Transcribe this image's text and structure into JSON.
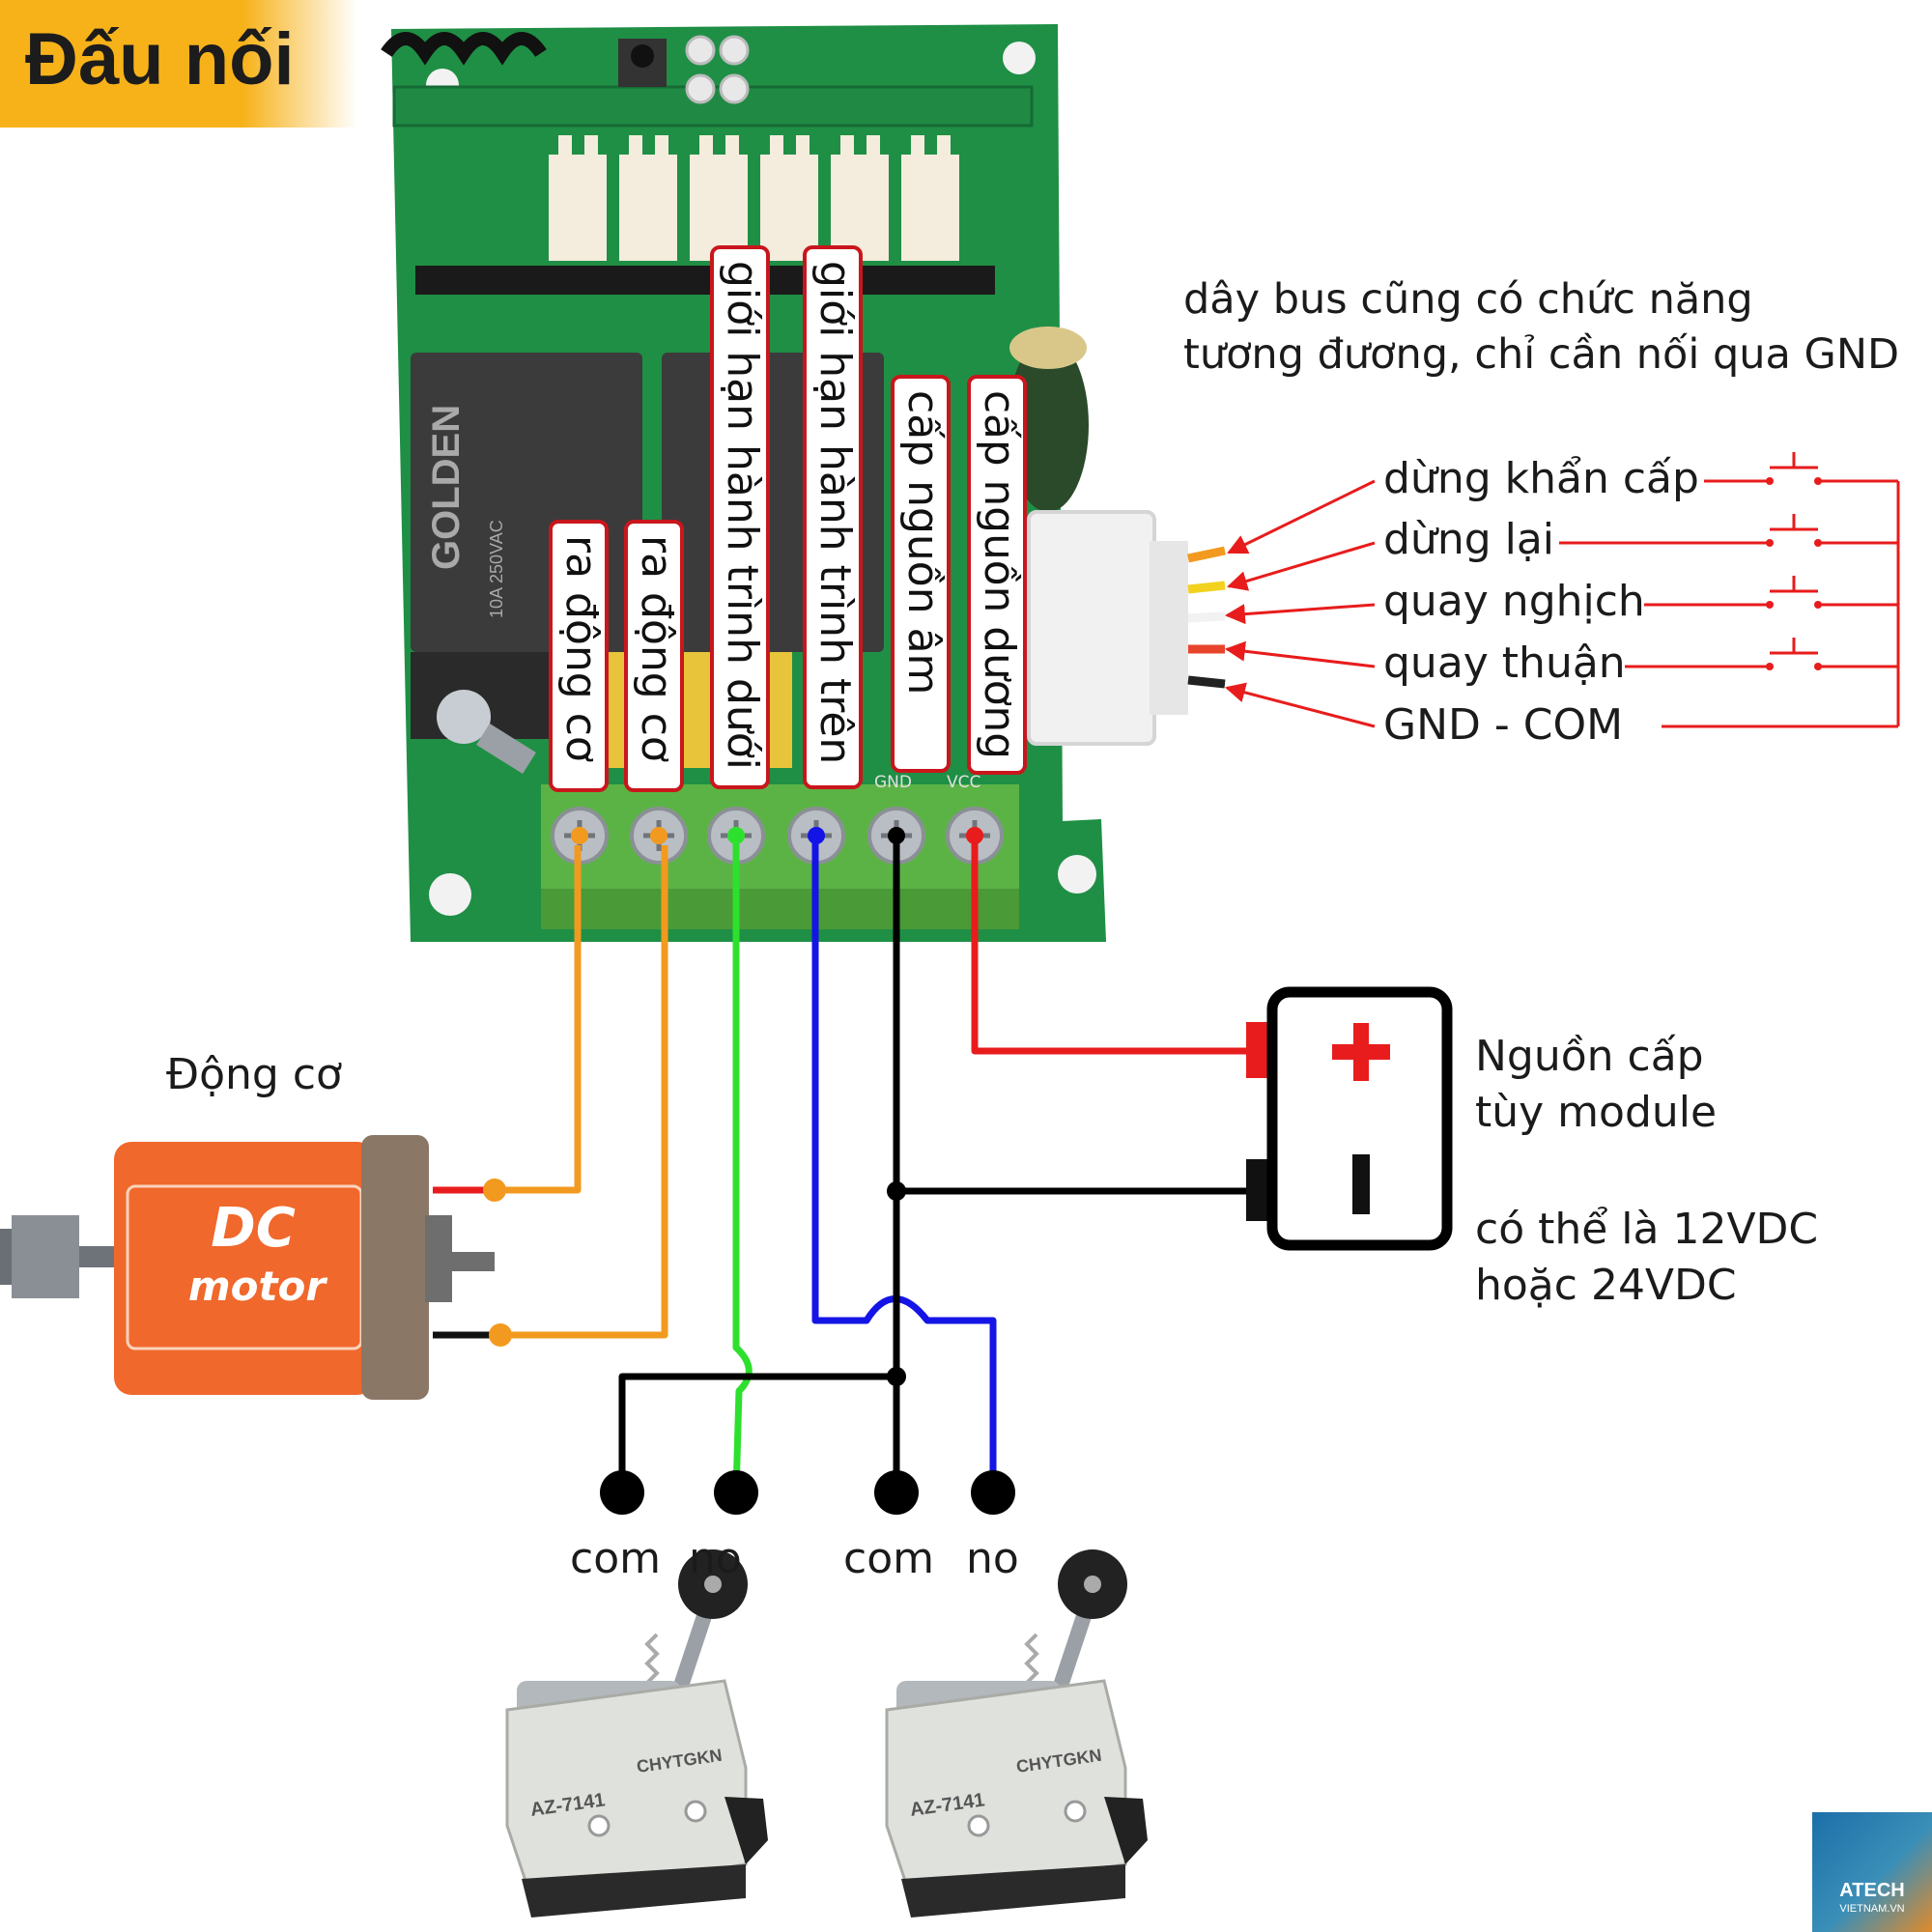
{
  "title": "Đấu nối",
  "labels": {
    "motor_out_1": "ra động cơ",
    "motor_out_2": "ra động cơ",
    "limit_low": "giới hạn hành trình dưới",
    "limit_high": "giới hạn hành trình trên",
    "power_neg": "cấp nguồn âm",
    "power_pos": "cấp nguồn dương"
  },
  "bus_note": [
    "dây bus cũng có chức năng",
    "tương đương, chỉ cần nối qua GND"
  ],
  "bus_inputs": [
    "dừng khẩn cấp",
    "dừng lại",
    "quay nghịch",
    "quay thuận",
    "GND - COM"
  ],
  "motor": {
    "caption": "Động cơ",
    "line1": "DC",
    "line2": "motor"
  },
  "power": {
    "lines": [
      "Nguồn cấp",
      "tùy module",
      "",
      "có thể là 12VDC",
      "hoặc 24VDC"
    ]
  },
  "switch_terminals": [
    "com",
    "no",
    "com",
    "no"
  ],
  "switch_model": {
    "brand": "CHYTGKN",
    "model": "AZ-7141"
  },
  "board": {
    "relay_brand": "GOLDEN",
    "gnd_label": "GND",
    "vcc_label": "VCC"
  },
  "logo": {
    "name": "ATECH",
    "site": "VIETNAM.VN"
  },
  "colors": {
    "accent": "#f7b21a",
    "pcb": "#1f8f45",
    "terminal": "#5cb345",
    "wire_orange": "#f29a1f",
    "wire_green": "#2ee02e",
    "wire_blue": "#1414e6",
    "wire_black": "#000000",
    "wire_red": "#e81c1c",
    "motor": "#f0682c"
  }
}
